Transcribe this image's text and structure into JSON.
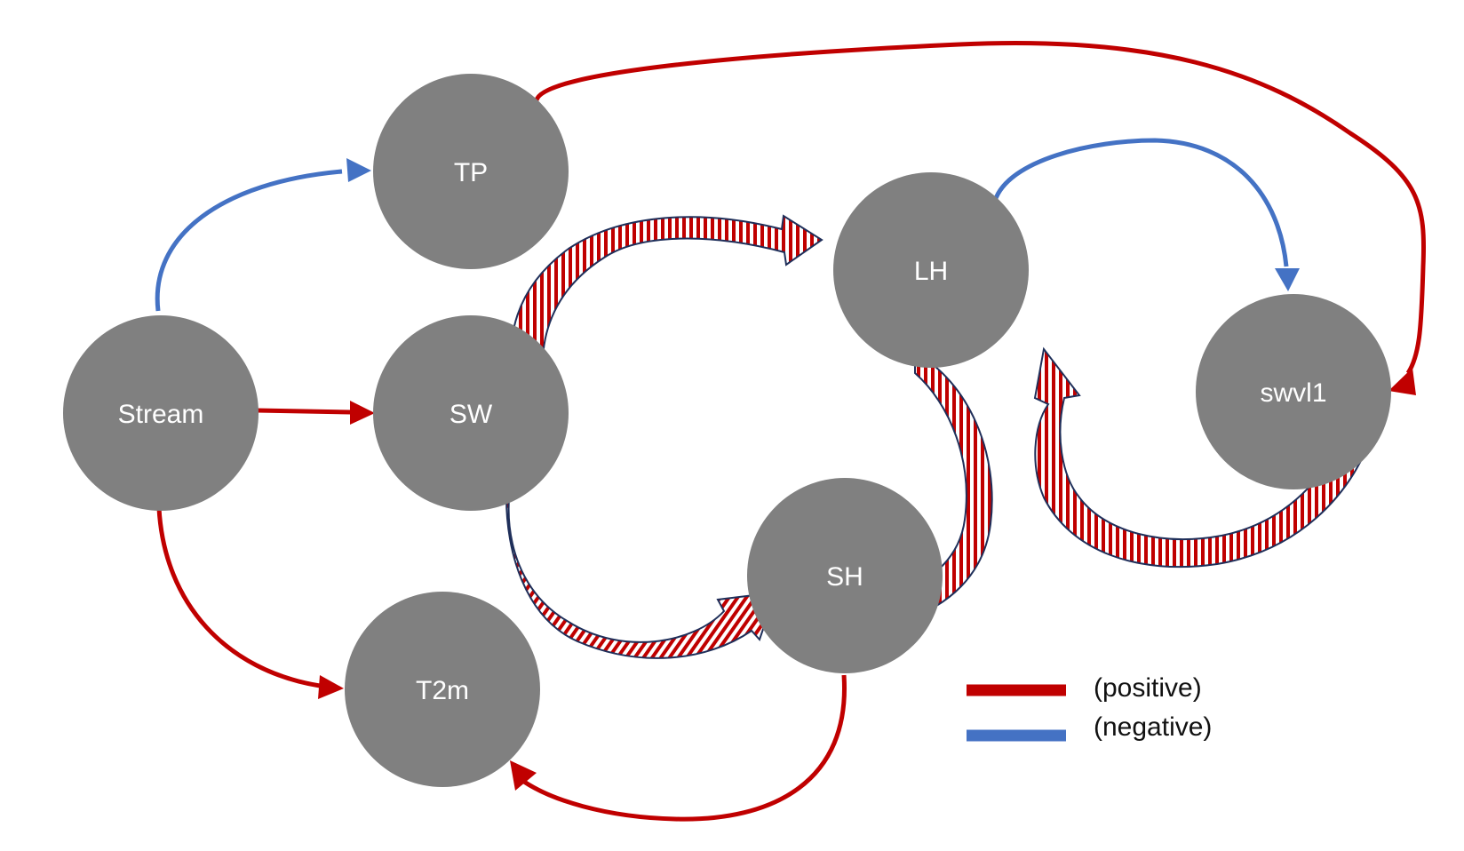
{
  "colors": {
    "background": "#ffffff",
    "node_fill": "#808080",
    "node_text": "#ffffff",
    "positive": "#c00000",
    "negative": "#4472c4",
    "hatch_stripe": "#c00000",
    "hatch_outline": "#1f2f5a",
    "legend_text": "#111111"
  },
  "nodes": {
    "stream": {
      "label": "Stream"
    },
    "tp": {
      "label": "TP"
    },
    "sw": {
      "label": "SW"
    },
    "t2m": {
      "label": "T2m"
    },
    "lh": {
      "label": "LH"
    },
    "sh": {
      "label": "SH"
    },
    "swvl1": {
      "label": "swvl1"
    }
  },
  "links": [
    {
      "from": "Stream",
      "to": "TP",
      "sign": "negative"
    },
    {
      "from": "Stream",
      "to": "SW",
      "sign": "positive"
    },
    {
      "from": "Stream",
      "to": "T2m",
      "sign": "positive"
    },
    {
      "from": "TP",
      "to": "swvl1",
      "sign": "positive"
    },
    {
      "from": "LH",
      "to": "swvl1",
      "sign": "negative"
    },
    {
      "from": "SH",
      "to": "T2m",
      "sign": "positive"
    }
  ],
  "feedbacks": [
    {
      "from": "SW",
      "to": "LH"
    },
    {
      "from": "SW",
      "to": "SH"
    },
    {
      "from": "LH",
      "to": "SH"
    },
    {
      "from": "swvl1",
      "to": "LH"
    }
  ],
  "legend": {
    "positive": "(positive)",
    "negative": "(negative)"
  }
}
